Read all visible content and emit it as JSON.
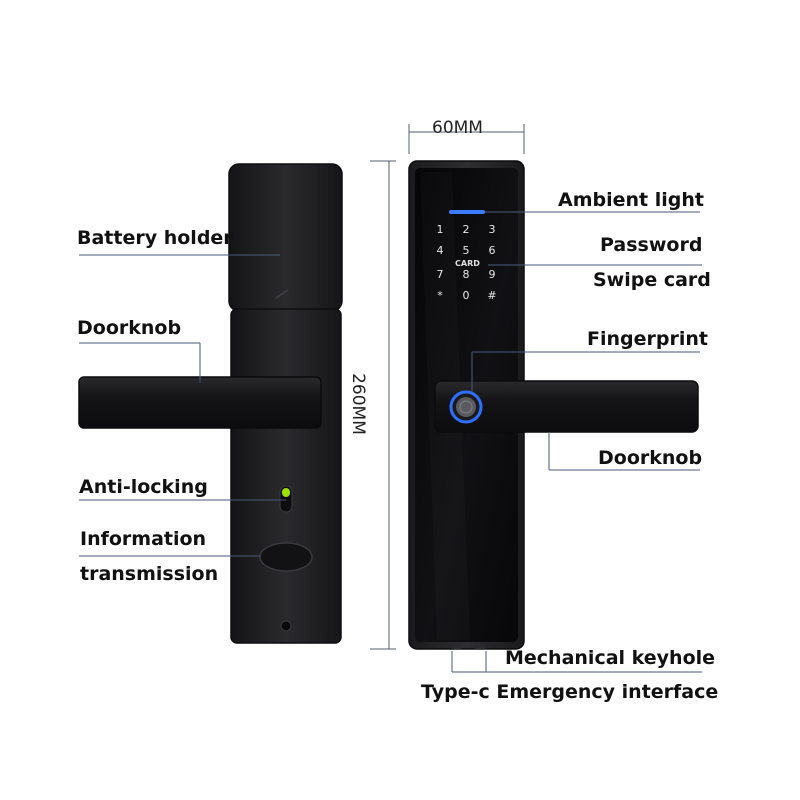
{
  "dimensions": {
    "width_label": "60MM",
    "height_label": "260MM"
  },
  "labels": {
    "battery_holder": "Battery holder",
    "doorknob_back": "Doorknob",
    "anti_locking": "Anti-locking",
    "information_line1": "Information",
    "information_line2": "transmission",
    "ambient_light": "Ambient light",
    "password": "Password",
    "swipe_card": "Swipe card",
    "fingerprint": "Fingerprint",
    "doorknob_front": "Doorknob",
    "mechanical_keyhole": "Mechanical keyhole",
    "type_c": "Type-c Emergency interface"
  },
  "keypad": {
    "keys": [
      "1",
      "2",
      "3",
      "4",
      "5",
      "6",
      "7",
      "8",
      "9",
      "*",
      "0",
      "#"
    ],
    "card_text": "CARD"
  },
  "colors": {
    "lock_body": "#1c1c1e",
    "panel_glass": "#0a0a0c",
    "ambient_light": "#3a7bff",
    "fingerprint_ring": "#2f6fff",
    "anti_lock_indicator": "#9be000",
    "leader_line": "#4a5a7a"
  }
}
